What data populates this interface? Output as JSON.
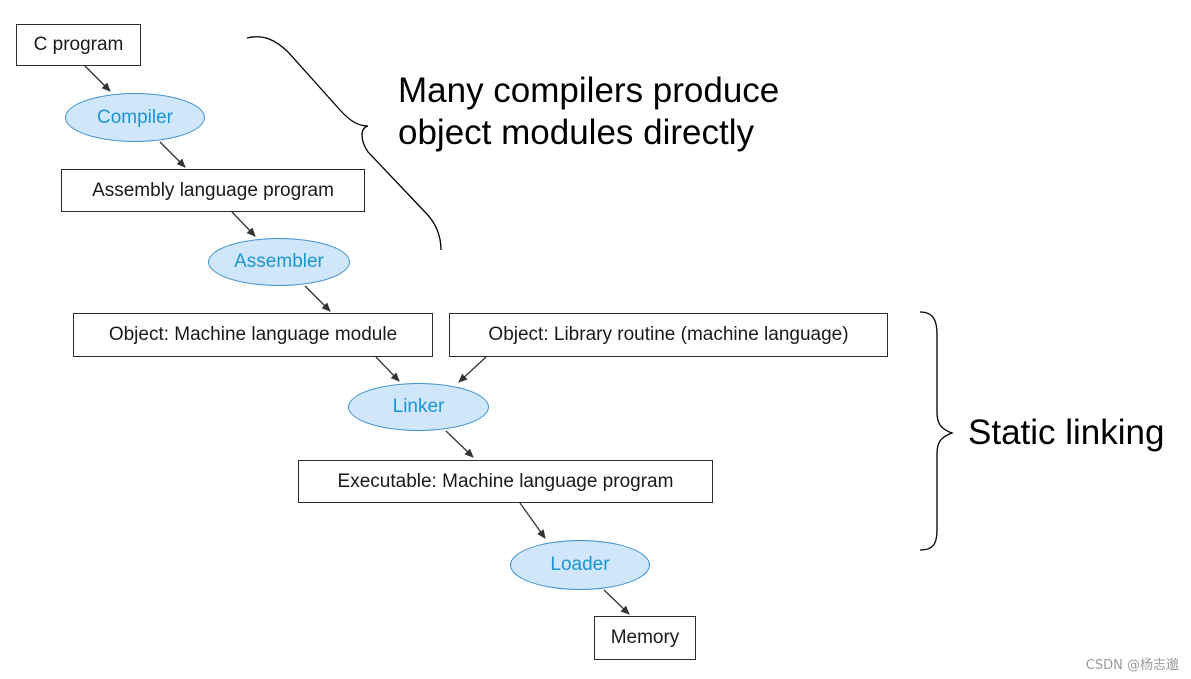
{
  "nodes": {
    "c_program": "C program",
    "compiler": "Compiler",
    "assembly": "Assembly language program",
    "assembler": "Assembler",
    "object_module": "Object: Machine language module",
    "object_library": "Object: Library routine (machine language)",
    "linker": "Linker",
    "executable": "Executable: Machine language program",
    "loader": "Loader",
    "memory": "Memory"
  },
  "annotations": {
    "compilers_line1": "Many compilers produce",
    "compilers_line2": "object modules directly",
    "static_linking": "Static linking"
  },
  "watermark": "CSDN @杨志邈",
  "colors": {
    "oval_fill": "#cfe6fb",
    "oval_border": "#3d8fce",
    "oval_text": "#1c95d6",
    "box_border": "#2b2b2b",
    "arrow": "#333333"
  }
}
